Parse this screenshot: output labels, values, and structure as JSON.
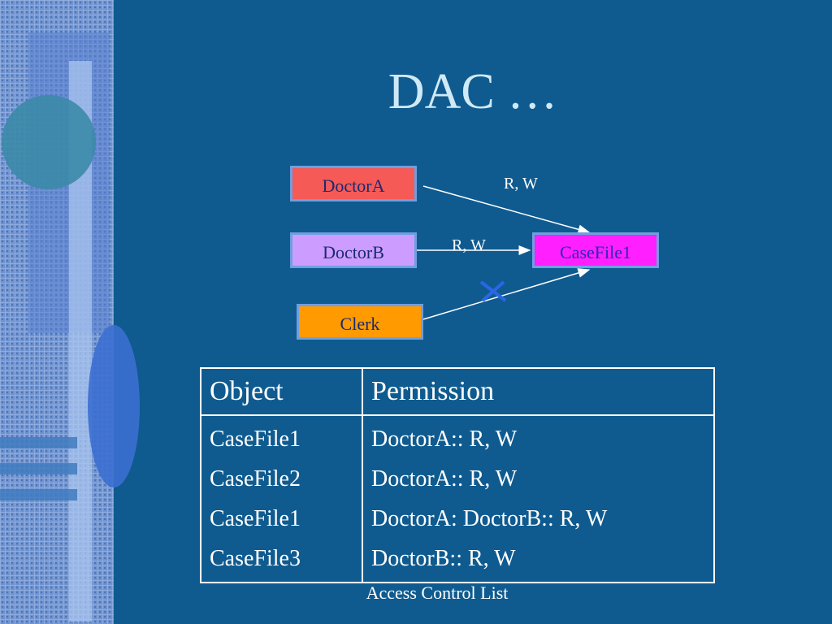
{
  "slide": {
    "title": "DAC …",
    "caption": "Access Control List"
  },
  "diagram": {
    "nodes": {
      "doctor_a": "DoctorA",
      "doctor_b": "DoctorB",
      "clerk": "Clerk",
      "case_file": "CaseFile1"
    },
    "edges": [
      {
        "from": "DoctorA",
        "to": "CaseFile1",
        "label": "R, W"
      },
      {
        "from": "DoctorB",
        "to": "CaseFile1",
        "label": "R, W"
      },
      {
        "from": "Clerk",
        "to": "CaseFile1",
        "label": "",
        "denied": true
      }
    ]
  },
  "acl_table": {
    "headers": [
      "Object",
      "Permission"
    ],
    "objects": [
      "CaseFile1",
      "CaseFile2",
      "CaseFile1",
      "CaseFile3"
    ],
    "permissions": [
      "DoctorA:: R, W",
      "DoctorA:: R, W",
      "DoctorA: DoctorB:: R, W",
      "DoctorB:: R, W"
    ]
  },
  "colors": {
    "background": "#0f5b90",
    "doctor_a": "#f55a57",
    "doctor_b": "#cc9dff",
    "clerk": "#ff9a00",
    "case_file": "#ff1fff",
    "deny_mark": "#2b66e6"
  }
}
